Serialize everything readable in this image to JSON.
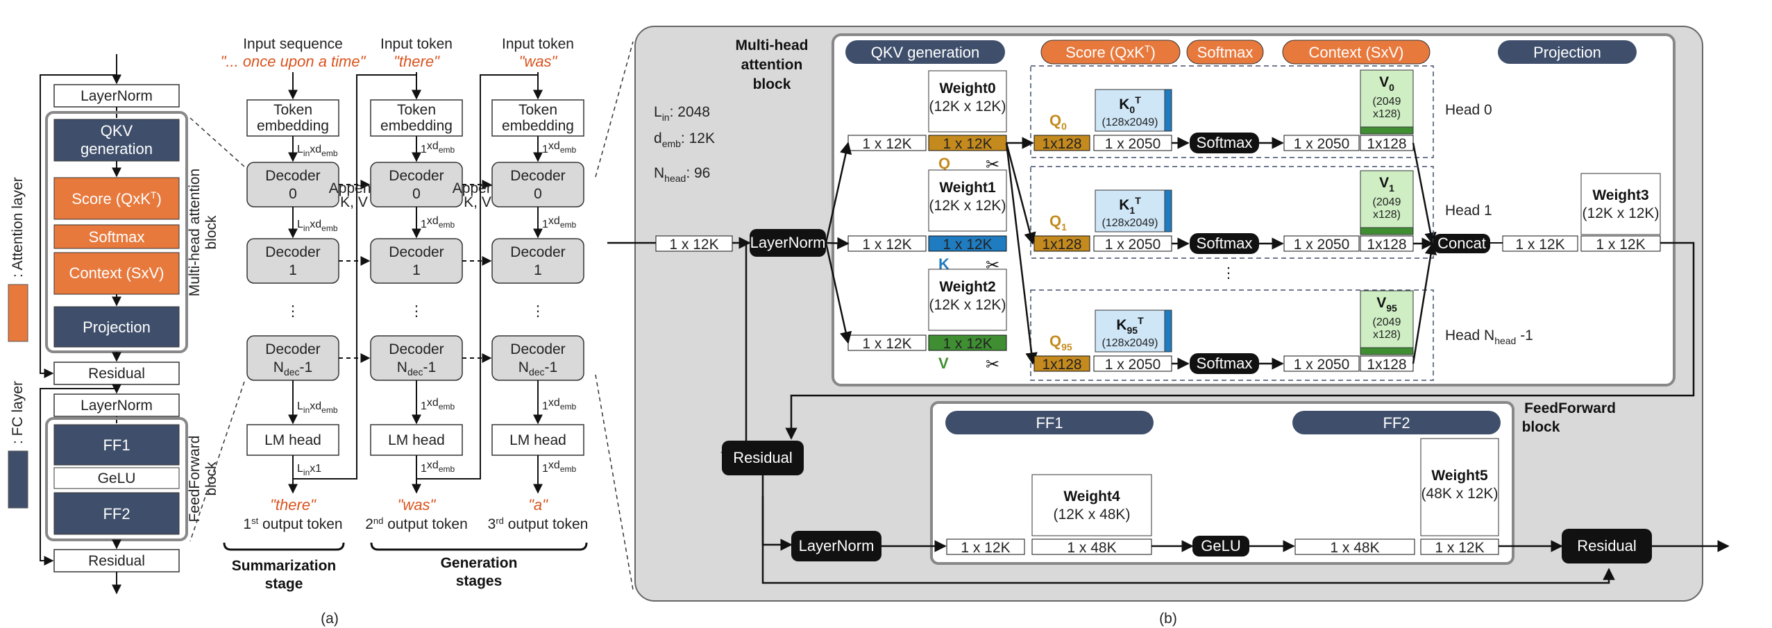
{
  "colors": {
    "navy": "#3f4f6b",
    "orange": "#e8793d",
    "gold": "#c58a1e",
    "blue": "#1f7cc0",
    "green": "#3f8f32",
    "lightblue": "#cfe6f7",
    "lightgreen": "#cfeec4",
    "panel": "#d9d9d9",
    "black": "#111111"
  },
  "legend": {
    "attention_layer": ": Attention layer",
    "fc_layer": ": FC layer"
  },
  "panel_a": {
    "caption": "(a)",
    "stack": {
      "layernorm1": "LayerNorm",
      "qkv": "QKV",
      "qkv2": "generation",
      "score": "Score (QxK",
      "score_sup": "T",
      "score_end": ")",
      "softmax": "Softmax",
      "context": "Context (SxV)",
      "projection": "Projection",
      "residual1": "Residual",
      "layernorm2": "LayerNorm",
      "ff1": "FF1",
      "gelu": "GeLU",
      "ff2": "FF2",
      "residual2": "Residual",
      "mha_label1": "Multi-head attention",
      "mha_label2": "block",
      "ff_label1": "FeedForward",
      "ff_label2": "block"
    },
    "columns": [
      {
        "head": "Input sequence",
        "input": "\"... once upon a time\"",
        "output": "\"there\"",
        "out_label": "1",
        "out_sup": "st",
        "out_rest": " output token",
        "dim_top": "L",
        "dim_top_sub": "in",
        "dim_bottom": "L",
        "dim_bottom_sub": "in",
        "dim_bottom_rest": "x1"
      },
      {
        "head": "Input token",
        "input": "\"there\"",
        "output": "\"was\"",
        "out_label": "2",
        "out_sup": "nd",
        "out_rest": " output token",
        "dim_top": "1",
        "dim_top_sub": "",
        "dim_bottom": "1",
        "dim_bottom_sub": "",
        "dim_bottom_rest": "xd"
      },
      {
        "head": "Input token",
        "input": "\"was\"",
        "output": "\"a\"",
        "out_label": "3",
        "out_sup": "rd",
        "out_rest": " output token",
        "dim_top": "1",
        "dim_top_sub": "",
        "dim_bottom": "1",
        "dim_bottom_sub": "",
        "dim_bottom_rest": "xd"
      }
    ],
    "token_embedding": "Token",
    "token_embedding2": "embedding",
    "decoder": "Decoder",
    "decoder0": "0",
    "decoder1": "1",
    "decoderN": "N",
    "decoderN_sub": "dec",
    "decoderN_rest": "-1",
    "lm_head": "LM head",
    "append": "Append",
    "append2": "K, V",
    "dots": "⋮",
    "summarization": "Summarization",
    "stage": "stage",
    "generation": "Generation",
    "stages": "stages",
    "xd": "xd",
    "emb": "emb"
  },
  "panel_b": {
    "caption": "(b)",
    "mha_title1": "Multi-head",
    "mha_title2": "attention",
    "mha_title3": "block",
    "lin": "L",
    "lin_sub": "in",
    "lin_val": ": 2048",
    "demb": "d",
    "demb_sub": "emb",
    "demb_val": ": 12K",
    "nhead": "N",
    "nhead_sub": "head",
    "nhead_val": ": 96",
    "headers": {
      "qkv": "QKV generation",
      "score": "Score (QxK",
      "score_sup": "T",
      "score_end": ")",
      "softmax": "Softmax",
      "context": "Context (SxV)",
      "projection": "Projection",
      "ff1": "FF1",
      "ff2": "FF2"
    },
    "ff_title1": "FeedForward",
    "ff_title2": "block",
    "layernorm": "LayerNorm",
    "residual": "Residual",
    "concat": "Concat",
    "gelu": "GeLU",
    "softmax_box": "Softmax",
    "scissors": "✂",
    "v1x12k": "1 x 12K",
    "v1x48k": "1 x 48K",
    "v1x128": "1x128",
    "v1x2050": "1 x 2050",
    "weights": {
      "w0": "Weight0",
      "w0d": "(12K x 12K)",
      "w1": "Weight1",
      "w1d": "(12K x 12K)",
      "w2": "Weight2",
      "w2d": "(12K x 12K)",
      "w3": "Weight3",
      "w3d": "(12K x 12K)",
      "w4": "Weight4",
      "w4d": "(12K x 48K)",
      "w5": "Weight5",
      "w5d": "(48K x 12K)"
    },
    "qkv_letters": {
      "q": "Q",
      "k": "K",
      "v": "V"
    },
    "heads": [
      {
        "q": "Q",
        "q_sub": "0",
        "k": "K",
        "k_sub": "0",
        "v": "V",
        "v_sub": "0",
        "label": "Head 0",
        "label_sub": "",
        "label_end": ""
      },
      {
        "q": "Q",
        "q_sub": "1",
        "k": "K",
        "k_sub": "1",
        "v": "V",
        "v_sub": "1",
        "label": "Head 1",
        "label_sub": "",
        "label_end": ""
      },
      {
        "q": "Q",
        "q_sub": "95",
        "k": "K",
        "k_sub": "95",
        "v": "V",
        "v_sub": "95",
        "label": "Head N",
        "label_sub": "head",
        "label_end": " -1"
      }
    ],
    "kdim": "(128x2049)",
    "vdim1": "(2049",
    "vdim2": "x128)",
    "ksup": "T",
    "dots": "⋮"
  }
}
